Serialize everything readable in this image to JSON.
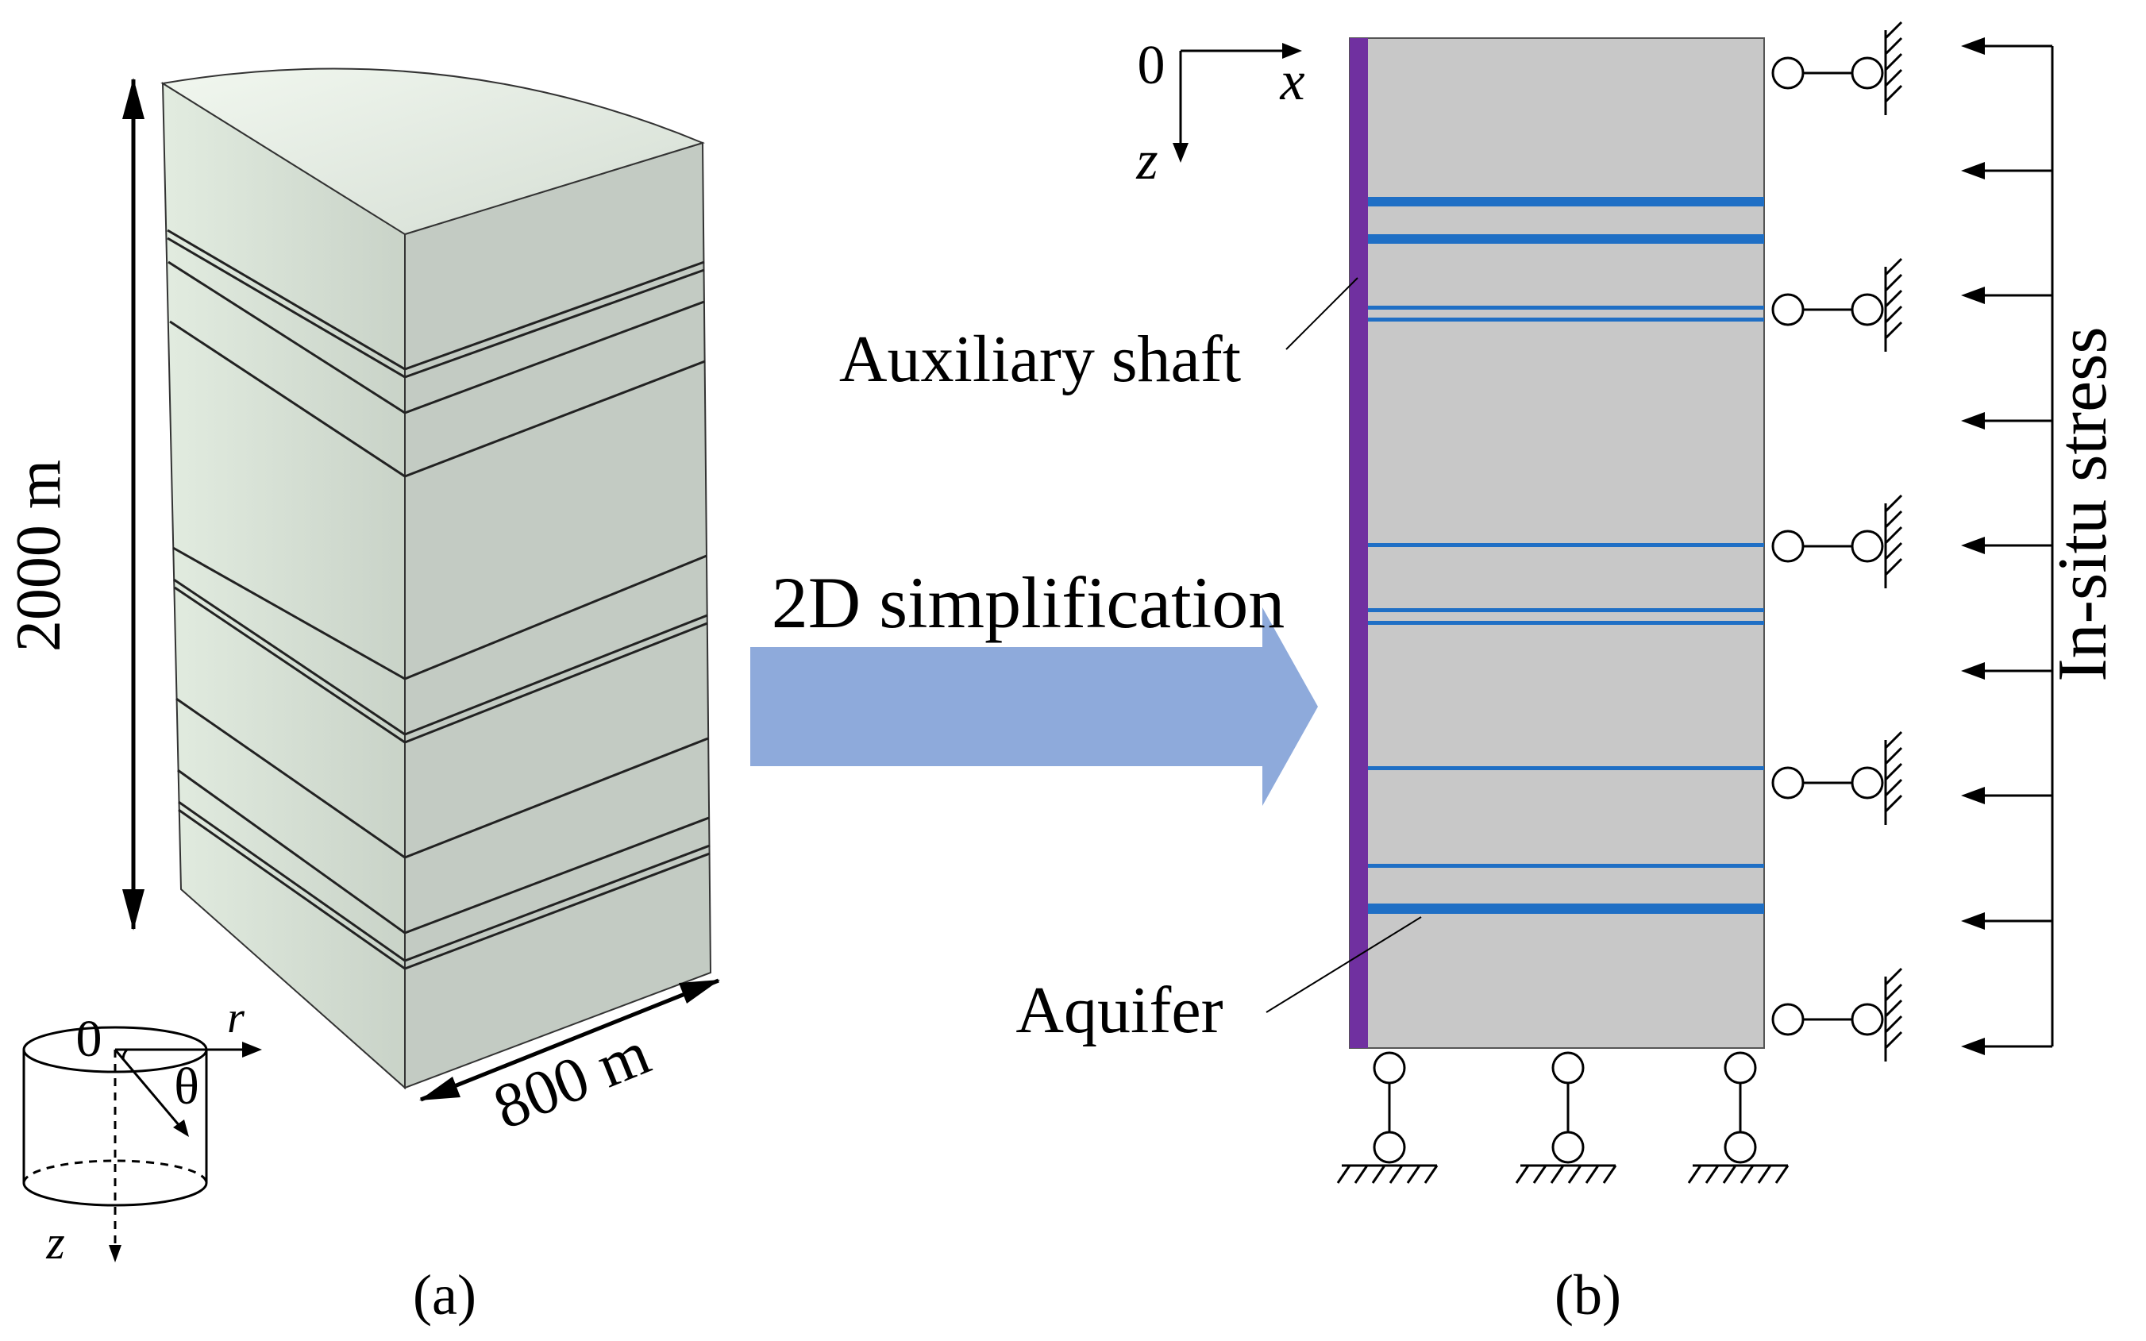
{
  "panel_a": {
    "height_label": "2000 m",
    "width_label": "800 m",
    "caption": "(a)",
    "coord": {
      "origin": "0",
      "r": "r",
      "theta": "θ",
      "z": "z"
    }
  },
  "arrow_label": "2D simplification",
  "panel_b": {
    "caption": "(b)",
    "shaft_label": "Auxiliary shaft",
    "aquifer_label": "Aquifer",
    "stress_label": "In-situ stress",
    "coord": {
      "origin": "0",
      "x": "x",
      "z": "z"
    }
  },
  "colors": {
    "rock": "#c8c8c8",
    "shaft": "#7030a0",
    "aquifer": "#1f6fc5",
    "arrow": "#8eaadb",
    "block_face": "#c3cbc3",
    "block_top": "#e8f0e6"
  }
}
